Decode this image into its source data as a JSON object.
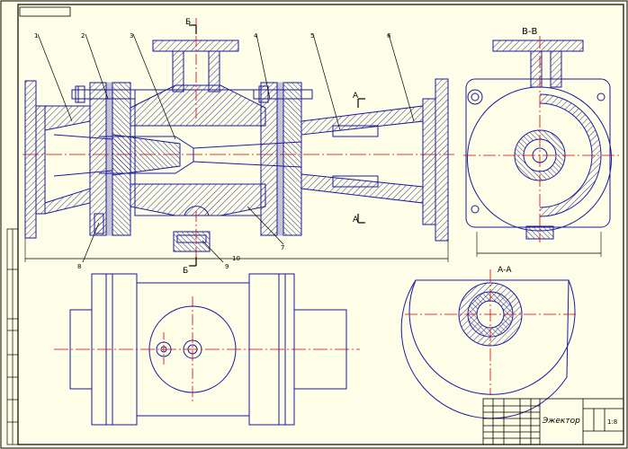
{
  "colors": {
    "background": "#fefee8",
    "outline": "#1a1a9e",
    "frame": "#000000",
    "axis": "#d00000",
    "hatch": "#1a1a9e"
  },
  "section_labels": {
    "b_top": "Б",
    "b_bottom": "Б",
    "a_top": "A",
    "a_bottom": "A",
    "view_vv": "В-В",
    "view_aa": "А-А"
  },
  "callouts": {
    "c1": "1",
    "c2": "2",
    "c3": "3",
    "c4": "4",
    "c5": "5",
    "c6": "6",
    "c7": "7",
    "c8": "8",
    "c9": "9",
    "c10": "10"
  },
  "title_block": {
    "name": "Эжектор",
    "scale": "1:8"
  }
}
